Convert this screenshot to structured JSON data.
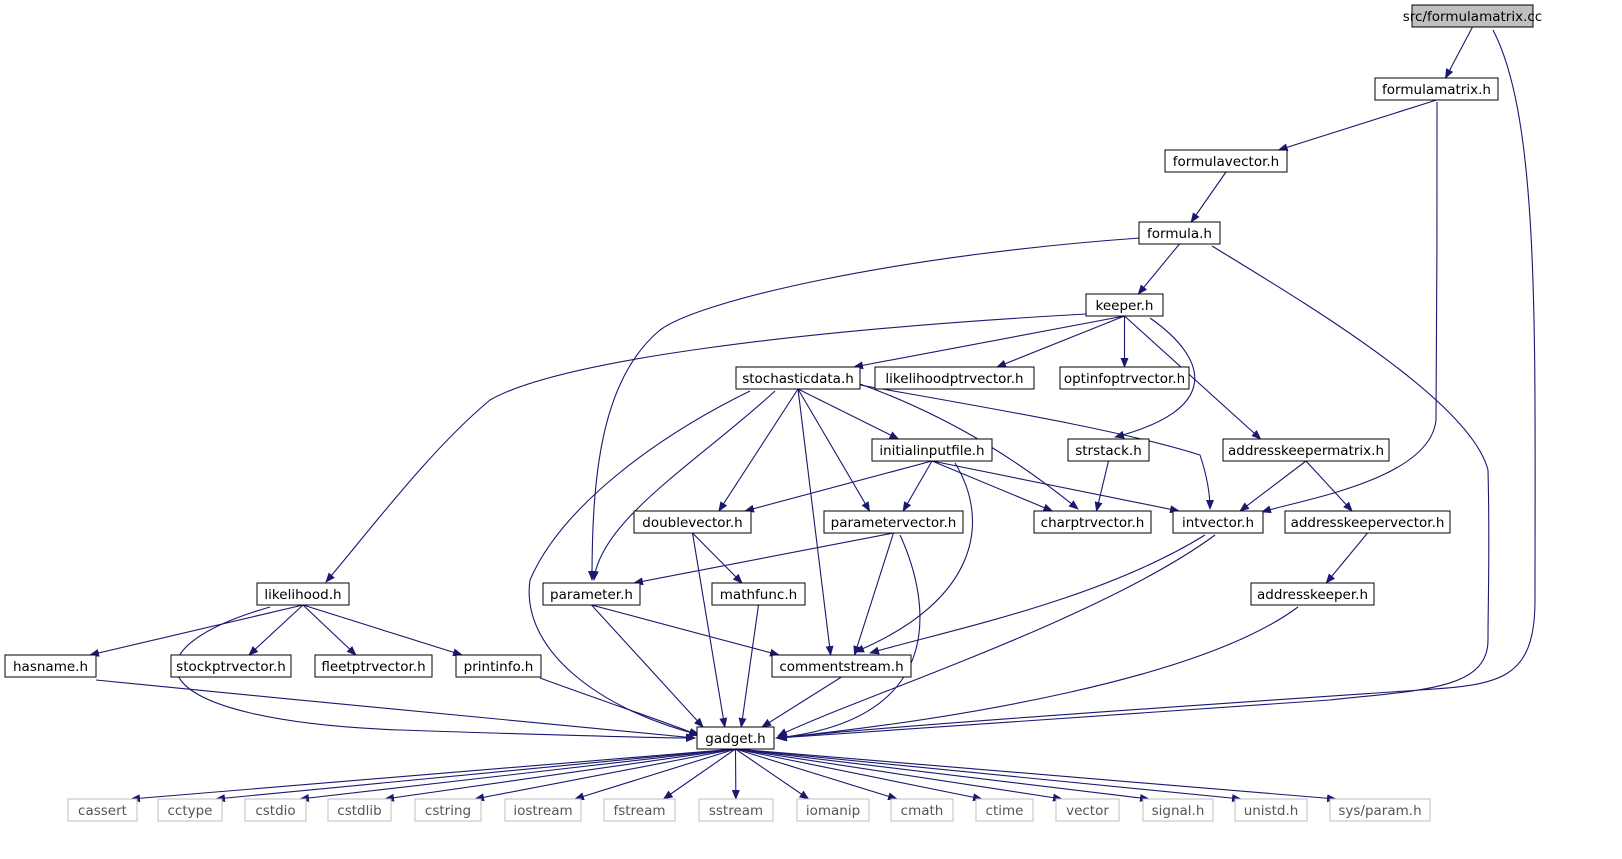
{
  "graph": {
    "colors": {
      "edge": "#191970",
      "node_border": "#000000",
      "root_fill": "#bfbfbf",
      "system_border": "#bfbfbf",
      "system_text": "#555555"
    },
    "nodes": [
      {
        "id": "root",
        "label": "src/formulamatrix.cc",
        "kind": "root"
      },
      {
        "id": "formulamatrix_h",
        "label": "formulamatrix.h",
        "kind": "local"
      },
      {
        "id": "formulavector_h",
        "label": "formulavector.h",
        "kind": "local"
      },
      {
        "id": "formula_h",
        "label": "formula.h",
        "kind": "local"
      },
      {
        "id": "keeper_h",
        "label": "keeper.h",
        "kind": "local"
      },
      {
        "id": "stochasticdata_h",
        "label": "stochasticdata.h",
        "kind": "local"
      },
      {
        "id": "likelihoodptrvector_h",
        "label": "likelihoodptrvector.h",
        "kind": "local"
      },
      {
        "id": "optinfoptrvector_h",
        "label": "optinfoptrvector.h",
        "kind": "local"
      },
      {
        "id": "initialinputfile_h",
        "label": "initialinputfile.h",
        "kind": "local"
      },
      {
        "id": "strstack_h",
        "label": "strstack.h",
        "kind": "local"
      },
      {
        "id": "addresskeepermatrix_h",
        "label": "addresskeepermatrix.h",
        "kind": "local"
      },
      {
        "id": "doublevector_h",
        "label": "doublevector.h",
        "kind": "local"
      },
      {
        "id": "parametervector_h",
        "label": "parametervector.h",
        "kind": "local"
      },
      {
        "id": "charptrvector_h",
        "label": "charptrvector.h",
        "kind": "local"
      },
      {
        "id": "intvector_h",
        "label": "intvector.h",
        "kind": "local"
      },
      {
        "id": "addresskeepervector_h",
        "label": "addresskeepervector.h",
        "kind": "local"
      },
      {
        "id": "likelihood_h",
        "label": "likelihood.h",
        "kind": "local"
      },
      {
        "id": "parameter_h",
        "label": "parameter.h",
        "kind": "local"
      },
      {
        "id": "mathfunc_h",
        "label": "mathfunc.h",
        "kind": "local"
      },
      {
        "id": "addresskeeper_h",
        "label": "addresskeeper.h",
        "kind": "local"
      },
      {
        "id": "hasname_h",
        "label": "hasname.h",
        "kind": "local"
      },
      {
        "id": "stockptrvector_h",
        "label": "stockptrvector.h",
        "kind": "local"
      },
      {
        "id": "fleetptrvector_h",
        "label": "fleetptrvector.h",
        "kind": "local"
      },
      {
        "id": "printinfo_h",
        "label": "printinfo.h",
        "kind": "local"
      },
      {
        "id": "commentstream_h",
        "label": "commentstream.h",
        "kind": "local"
      },
      {
        "id": "gadget_h",
        "label": "gadget.h",
        "kind": "local"
      },
      {
        "id": "cassert",
        "label": "cassert",
        "kind": "system"
      },
      {
        "id": "cctype",
        "label": "cctype",
        "kind": "system"
      },
      {
        "id": "cstdio",
        "label": "cstdio",
        "kind": "system"
      },
      {
        "id": "cstdlib",
        "label": "cstdlib",
        "kind": "system"
      },
      {
        "id": "cstring",
        "label": "cstring",
        "kind": "system"
      },
      {
        "id": "iostream",
        "label": "iostream",
        "kind": "system"
      },
      {
        "id": "fstream",
        "label": "fstream",
        "kind": "system"
      },
      {
        "id": "sstream",
        "label": "sstream",
        "kind": "system"
      },
      {
        "id": "iomanip",
        "label": "iomanip",
        "kind": "system"
      },
      {
        "id": "cmath",
        "label": "cmath",
        "kind": "system"
      },
      {
        "id": "ctime",
        "label": "ctime",
        "kind": "system"
      },
      {
        "id": "vector",
        "label": "vector",
        "kind": "system"
      },
      {
        "id": "signal_h",
        "label": "signal.h",
        "kind": "system"
      },
      {
        "id": "unistd_h",
        "label": "unistd.h",
        "kind": "system"
      },
      {
        "id": "sys_param_h",
        "label": "sys/param.h",
        "kind": "system"
      }
    ],
    "edges": [
      [
        "root",
        "formulamatrix_h"
      ],
      [
        "root",
        "gadget_h"
      ],
      [
        "formulamatrix_h",
        "formulavector_h"
      ],
      [
        "formulamatrix_h",
        "intvector_h"
      ],
      [
        "formulavector_h",
        "formula_h"
      ],
      [
        "formula_h",
        "keeper_h"
      ],
      [
        "formula_h",
        "parameter_h"
      ],
      [
        "formula_h",
        "gadget_h"
      ],
      [
        "keeper_h",
        "stochasticdata_h"
      ],
      [
        "keeper_h",
        "likelihoodptrvector_h"
      ],
      [
        "keeper_h",
        "optinfoptrvector_h"
      ],
      [
        "keeper_h",
        "strstack_h"
      ],
      [
        "keeper_h",
        "addresskeepermatrix_h"
      ],
      [
        "keeper_h",
        "likelihood_h"
      ],
      [
        "stochasticdata_h",
        "initialinputfile_h"
      ],
      [
        "stochasticdata_h",
        "doublevector_h"
      ],
      [
        "stochasticdata_h",
        "parametervector_h"
      ],
      [
        "stochasticdata_h",
        "charptrvector_h"
      ],
      [
        "stochasticdata_h",
        "intvector_h"
      ],
      [
        "stochasticdata_h",
        "parameter_h"
      ],
      [
        "stochasticdata_h",
        "commentstream_h"
      ],
      [
        "stochasticdata_h",
        "gadget_h"
      ],
      [
        "initialinputfile_h",
        "doublevector_h"
      ],
      [
        "initialinputfile_h",
        "parametervector_h"
      ],
      [
        "initialinputfile_h",
        "charptrvector_h"
      ],
      [
        "initialinputfile_h",
        "intvector_h"
      ],
      [
        "initialinputfile_h",
        "commentstream_h"
      ],
      [
        "strstack_h",
        "charptrvector_h"
      ],
      [
        "addresskeepermatrix_h",
        "intvector_h"
      ],
      [
        "addresskeepermatrix_h",
        "addresskeepervector_h"
      ],
      [
        "doublevector_h",
        "mathfunc_h"
      ],
      [
        "doublevector_h",
        "gadget_h"
      ],
      [
        "parametervector_h",
        "parameter_h"
      ],
      [
        "parametervector_h",
        "commentstream_h"
      ],
      [
        "parametervector_h",
        "gadget_h"
      ],
      [
        "intvector_h",
        "commentstream_h"
      ],
      [
        "intvector_h",
        "gadget_h"
      ],
      [
        "addresskeepervector_h",
        "addresskeeper_h"
      ],
      [
        "addresskeeper_h",
        "gadget_h"
      ],
      [
        "likelihood_h",
        "hasname_h"
      ],
      [
        "likelihood_h",
        "stockptrvector_h"
      ],
      [
        "likelihood_h",
        "fleetptrvector_h"
      ],
      [
        "likelihood_h",
        "printinfo_h"
      ],
      [
        "likelihood_h",
        "gadget_h"
      ],
      [
        "parameter_h",
        "commentstream_h"
      ],
      [
        "parameter_h",
        "gadget_h"
      ],
      [
        "mathfunc_h",
        "gadget_h"
      ],
      [
        "hasname_h",
        "gadget_h"
      ],
      [
        "printinfo_h",
        "gadget_h"
      ],
      [
        "commentstream_h",
        "gadget_h"
      ],
      [
        "gadget_h",
        "cassert"
      ],
      [
        "gadget_h",
        "cctype"
      ],
      [
        "gadget_h",
        "cstdio"
      ],
      [
        "gadget_h",
        "cstdlib"
      ],
      [
        "gadget_h",
        "cstring"
      ],
      [
        "gadget_h",
        "iostream"
      ],
      [
        "gadget_h",
        "fstream"
      ],
      [
        "gadget_h",
        "sstream"
      ],
      [
        "gadget_h",
        "iomanip"
      ],
      [
        "gadget_h",
        "cmath"
      ],
      [
        "gadget_h",
        "ctime"
      ],
      [
        "gadget_h",
        "vector"
      ],
      [
        "gadget_h",
        "signal_h"
      ],
      [
        "gadget_h",
        "unistd_h"
      ],
      [
        "gadget_h",
        "sys_param_h"
      ]
    ]
  }
}
